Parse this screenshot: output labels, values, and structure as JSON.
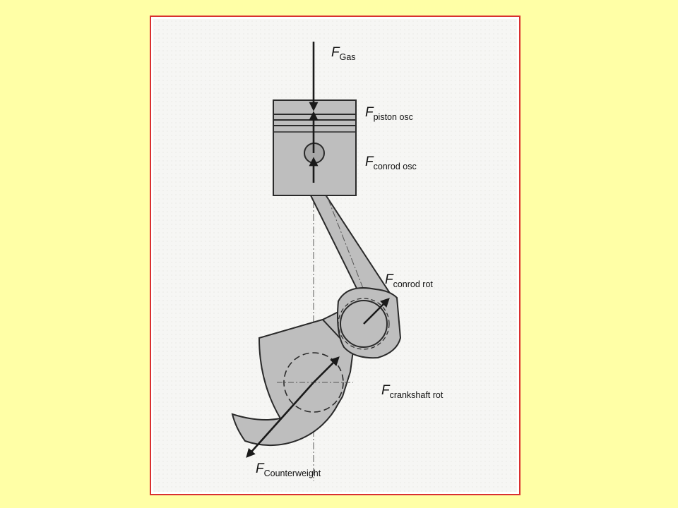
{
  "colors": {
    "background": "#FFFFA6",
    "frame_border": "#D93030",
    "part_fill": "#BEBEBE",
    "part_stroke": "#2A2A2A",
    "arrow": "#1A1A1A"
  },
  "labels": {
    "gas": {
      "symbol": "F",
      "sub": "Gas"
    },
    "piston_osc": {
      "symbol": "F",
      "sub": "piston osc"
    },
    "conrod_osc": {
      "symbol": "F",
      "sub": "conrod osc"
    },
    "conrod_rot": {
      "symbol": "F",
      "sub": "conrod rot"
    },
    "crankshaft_rot": {
      "symbol": "F",
      "sub": "crankshaft rot"
    },
    "counterweight": {
      "symbol": "F",
      "sub": "Counterweight"
    }
  }
}
